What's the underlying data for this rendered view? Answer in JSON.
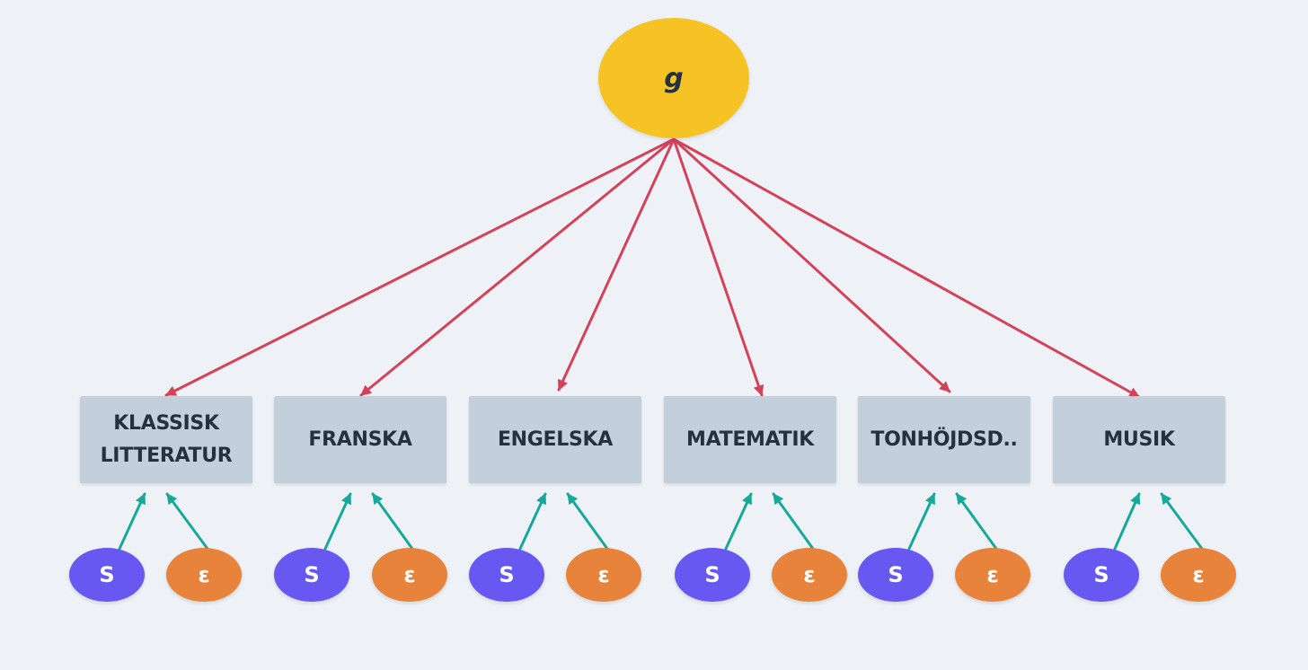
{
  "colors": {
    "background": "#eef2f6",
    "g_node": "#f6c324",
    "test_box": "#c3cfda",
    "s_node": "#6658f1",
    "e_node": "#e7833a",
    "g_arrow": "#d3425a",
    "factor_arrow": "#17a89a",
    "text_dark": "#24313f"
  },
  "g_factor": {
    "label": "g"
  },
  "tests": [
    {
      "label": "KLASSISK\nLITTERATUR"
    },
    {
      "label": "FRANSKA"
    },
    {
      "label": "ENGELSKA"
    },
    {
      "label": "MATEMATIK"
    },
    {
      "label": "TONHÖJDSD.."
    },
    {
      "label": "MUSIK"
    }
  ],
  "specific_factor_label": "S",
  "error_label": "ε"
}
